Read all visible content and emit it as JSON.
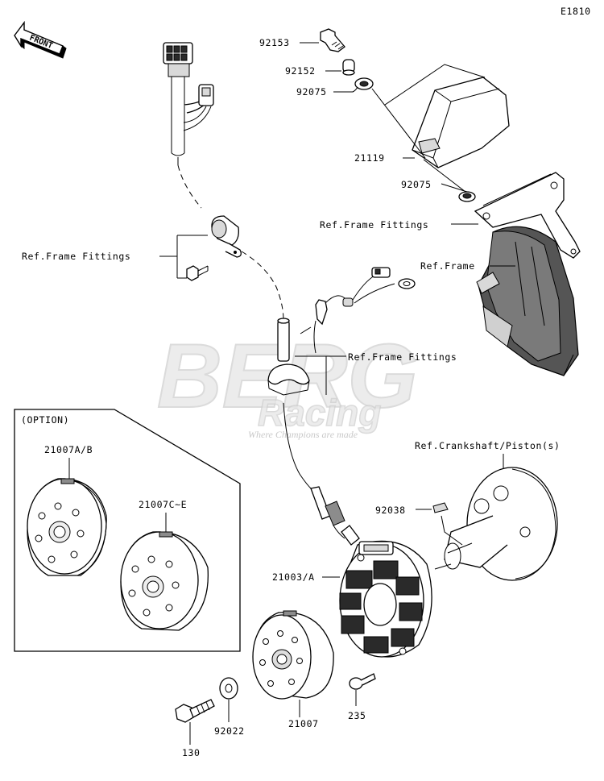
{
  "diagram": {
    "code": "E1810",
    "direction_arrow": "FRONT",
    "option_box_label": "(OPTION)",
    "watermark": {
      "brand_top": "BERG",
      "brand_bottom": "Racing",
      "tagline": "Where Champions are made"
    },
    "labels": {
      "p92153": "92153",
      "p92152": "92152",
      "p92075_top": "92075",
      "p21119": "21119",
      "p92075_bottom": "92075",
      "ref_frame_fittings_right": "Ref.Frame Fittings",
      "ref_frame": "Ref.Frame",
      "ref_frame_fittings_left": "Ref.Frame Fittings",
      "ref_frame_fittings_center": "Ref.Frame Fittings",
      "ref_crankshaft": "Ref.Crankshaft/Piston(s)",
      "p21007ab": "21007A/B",
      "p21007ce": "21007C~E",
      "p92038": "92038",
      "p21003a": "21003/A",
      "p130": "130",
      "p92022": "92022",
      "p21007": "21007",
      "p235": "235"
    }
  }
}
